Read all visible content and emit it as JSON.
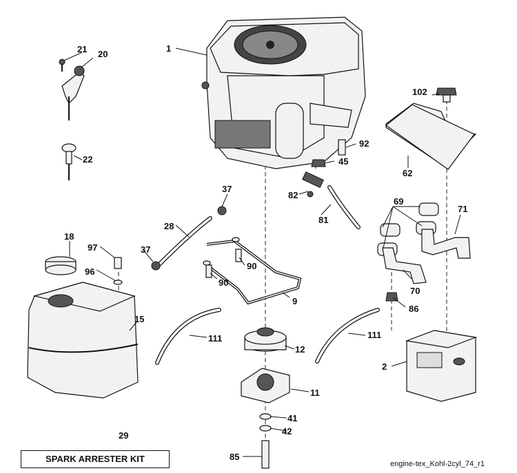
{
  "diagram": {
    "labels": {
      "p1": "1",
      "p2": "2",
      "p9": "9",
      "p11": "11",
      "p12": "12",
      "p15": "15",
      "p18": "18",
      "p20": "20",
      "p21": "21",
      "p22": "22",
      "p28": "28",
      "p29": "29",
      "p37a": "37",
      "p37b": "37",
      "p41": "41",
      "p42": "42",
      "p45": "45",
      "p62": "62",
      "p69": "69",
      "p70": "70",
      "p71": "71",
      "p81": "81",
      "p82": "82",
      "p85": "85",
      "p86": "86",
      "p90a": "90",
      "p90b": "90",
      "p92": "92",
      "p96": "96",
      "p97": "97",
      "p102": "102",
      "p111a": "111",
      "p111b": "111"
    },
    "kit_box": "SPARK ARRESTER KIT",
    "ref_code": "engine-tex_Kohl-2cyl_74_r1"
  }
}
